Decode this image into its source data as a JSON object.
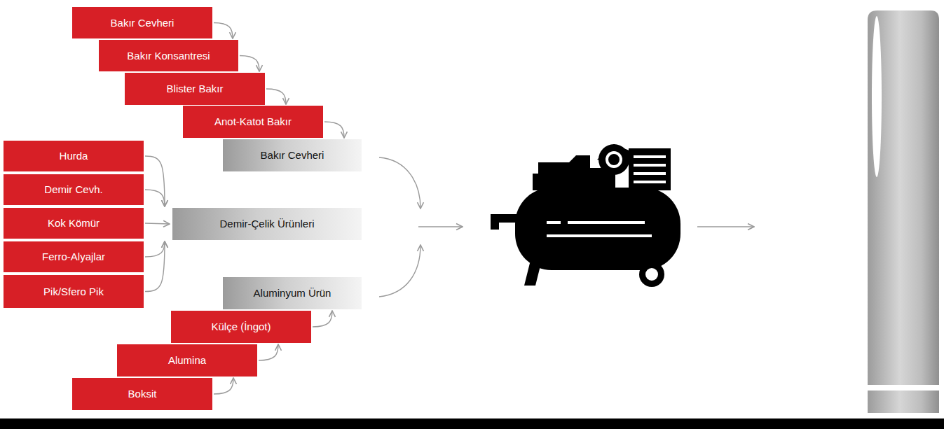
{
  "diagram": {
    "nodes": [
      {
        "text": [
          "Bakır Cevheri"
        ]
      },
      {
        "text": [
          "Bakır Konsantresi"
        ]
      },
      {
        "text": [
          "Blister Bakır"
        ]
      },
      {
        "text": [
          "Anot-Katot Bakır"
        ]
      },
      {
        "text": [
          "Bakır Cevheri"
        ]
      },
      {
        "text": [
          "Hurda"
        ]
      },
      {
        "text": [
          "Demir Cevh."
        ]
      },
      {
        "text": [
          "Kok Kömür"
        ]
      },
      {
        "text": [
          "Ferro-Alyajlar"
        ]
      },
      {
        "text": [
          "Pik/Sfero Pik"
        ]
      },
      {
        "text": [
          "Demir-Çelik Ürünleri"
        ]
      },
      {
        "text": [
          "Aluminyum Ürün"
        ]
      },
      {
        "text": [
          "Külçe (İngot)"
        ]
      },
      {
        "text": [
          "Alumina"
        ]
      },
      {
        "text": [
          "Boksit"
        ]
      }
    ],
    "edges": [
      {
        "from": 0,
        "to": 1,
        "arrow": "to"
      },
      {
        "from": 1,
        "to": 2,
        "arrow": "to"
      },
      {
        "from": 2,
        "to": 3,
        "arrow": "to"
      },
      {
        "from": 3,
        "to": 4,
        "arrow": "to"
      },
      {
        "from": 5,
        "to": 10,
        "arrow": "to"
      },
      {
        "from": 6,
        "to": 10,
        "arrow": "to"
      },
      {
        "from": 7,
        "to": 10,
        "arrow": "to"
      },
      {
        "from": 8,
        "to": 10,
        "arrow": "to"
      },
      {
        "from": 9,
        "to": 10,
        "arrow": "to"
      },
      {
        "from": 14,
        "to": 13,
        "arrow": "to"
      },
      {
        "from": 13,
        "to": 12,
        "arrow": "to"
      },
      {
        "from": 12,
        "to": 11,
        "arrow": "to"
      }
    ]
  }
}
